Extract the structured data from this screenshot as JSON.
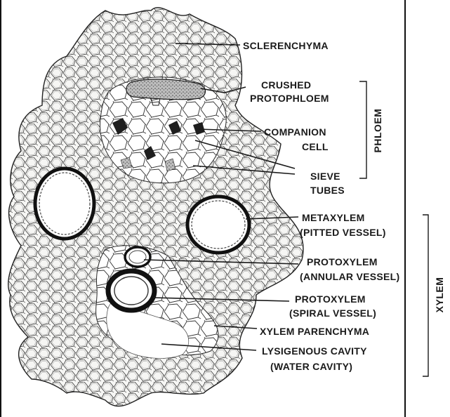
{
  "labels": {
    "sclerenchyma": "SCLERENCHYMA",
    "crushed_protophloem_1": "CRUSHED",
    "crushed_protophloem_2": "PROTOPHLOEM",
    "companion_cell_1": "COMPANION",
    "companion_cell_2": "CELL",
    "sieve_tubes_1": "SIEVE",
    "sieve_tubes_2": "TUBES",
    "metaxylem_1": "METAXYLEM",
    "metaxylem_2": "(PITTED VESSEL)",
    "protoxylem_annular_1": "PROTOXYLEM",
    "protoxylem_annular_2": "(ANNULAR VESSEL)",
    "protoxylem_spiral_1": "PROTOXYLEM",
    "protoxylem_spiral_2": "(SPIRAL VESSEL)",
    "xylem_parenchyma": "XYLEM PARENCHYMA",
    "lysigenous_cavity_1": "LYSIGENOUS CAVITY",
    "lysigenous_cavity_2": "(WATER CAVITY)"
  },
  "groups": {
    "phloem": "PHLOEM",
    "xylem": "XYLEM"
  }
}
